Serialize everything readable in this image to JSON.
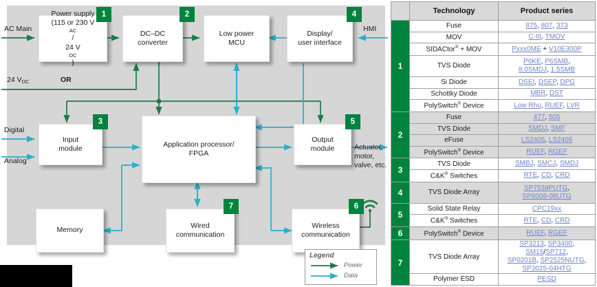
{
  "diagram": {
    "title": "industrial system block diagram",
    "colors": {
      "power": "#1a7a46",
      "data": "#29aecb",
      "badge": "#00833e",
      "plate": "#d6d6d6"
    },
    "edge_labels": {
      "ac_main": "AC Main",
      "v24dc": "24 V",
      "v24dc_sub": "DC",
      "or": "OR",
      "hmi": "HMI",
      "digital": "Digital",
      "analog": "Analog",
      "actuator_1": "Actuator,",
      "actuator_2": "motor,",
      "actuator_3": "valve, etc."
    },
    "blocks": [
      {
        "id": "power-supply",
        "badge": "1",
        "line1": "Power supply",
        "line2": "(115 or 230 V",
        "line2sub": "AC",
        "line2b": "/",
        "line3": "24 V",
        "line3sub": "DC",
        "line3b": ")"
      },
      {
        "id": "dcdc",
        "badge": "2",
        "line1": "DC–DC",
        "line2": "converter"
      },
      {
        "id": "mcu",
        "badge": "",
        "line1": "Low power",
        "line2": "MCU"
      },
      {
        "id": "display",
        "badge": "4",
        "line1": "Display/",
        "line2": "user interface"
      },
      {
        "id": "input-module",
        "badge": "3",
        "line1": "Input",
        "line2": "module"
      },
      {
        "id": "app-processor",
        "badge": "",
        "line1": "Application processor/",
        "line2": "FPGA"
      },
      {
        "id": "output-module",
        "badge": "5",
        "line1": "Output",
        "line2": "module"
      },
      {
        "id": "memory",
        "badge": "",
        "line1": "Memory",
        "line2": ""
      },
      {
        "id": "wired-comm",
        "badge": "7",
        "line1": "Wired",
        "line2": "communication"
      },
      {
        "id": "wireless-comm",
        "badge": "6",
        "line1": "Wireless",
        "line2": "communication"
      }
    ],
    "legend": {
      "title": "Legend",
      "power": "Power",
      "data": "Data"
    }
  },
  "table": {
    "headers": {
      "num": "",
      "technology": "Technology",
      "product": "Product series"
    },
    "groups": [
      {
        "num": "1",
        "shade": "rw",
        "rows": [
          {
            "tech": "Fuse",
            "tech_sup": "",
            "products": "875, 807, 373"
          },
          {
            "tech": "MOV",
            "tech_sup": "",
            "products": "C-III, TMOV"
          },
          {
            "tech": "SIDACtor",
            "tech_sup": "®",
            "tech_tail": " + MOV",
            "products": "Pxxx0ME + V10E300P"
          },
          {
            "tech": "TVS Diode",
            "tech_sup": "",
            "products": "P6KE, P6SMB,\n8.0SMDJ, 1.5SMB",
            "tall": true
          },
          {
            "tech": "Si Diode",
            "tech_sup": "",
            "products": "DSEI, DSEP, DPG"
          },
          {
            "tech": "Schottky Diode",
            "tech_sup": "",
            "products": "MBR, DST"
          },
          {
            "tech": "PolySwitch",
            "tech_sup": "®",
            "tech_tail": " Device",
            "products": "Low Rho, RUEF, LVR"
          }
        ]
      },
      {
        "num": "2",
        "shade": "rg",
        "rows": [
          {
            "tech": "Fuse",
            "tech_sup": "",
            "products": "477, 505"
          },
          {
            "tech": "TVS Diode",
            "tech_sup": "",
            "products": "SMDJ, SMF"
          },
          {
            "tech": "eFuse",
            "tech_sup": "",
            "products": "LS2405, LS2406"
          },
          {
            "tech": "PolySwitch",
            "tech_sup": "®",
            "tech_tail": " Device",
            "products": "RUEF, RGEF"
          }
        ]
      },
      {
        "num": "3",
        "shade": "rw",
        "rows": [
          {
            "tech": "TVS Diode",
            "tech_sup": "",
            "products": "SMBJ, SMCJ, SMDJ"
          },
          {
            "tech": "C&K",
            "tech_sup": "®",
            "tech_tail": " Switches",
            "products": "RTE, CD, CRD"
          }
        ]
      },
      {
        "num": "4",
        "shade": "rg",
        "rows": [
          {
            "tech": "TVS Diode Array",
            "tech_sup": "",
            "products": "SP7538PUTG,\nSP8008-08UTG",
            "tall": true
          }
        ]
      },
      {
        "num": "5",
        "shade": "rw",
        "rows": [
          {
            "tech": "Solid State Relay",
            "tech_sup": "",
            "products": "CPC19xx"
          },
          {
            "tech": "C&K",
            "tech_sup": "®",
            "tech_tail": " Switches",
            "products": "RTE, CD, CRD"
          }
        ]
      },
      {
        "num": "6",
        "shade": "rg",
        "rows": [
          {
            "tech": "PolySwitch",
            "tech_sup": "®",
            "tech_tail": " Device",
            "products": "RUEF, RGEF"
          }
        ]
      },
      {
        "num": "7",
        "shade": "rw",
        "rows": [
          {
            "tech": "TVS Diode Array",
            "tech_sup": "",
            "products": "SP3213, SP3400, SM15/SP712,\nSP0201B, SP2525NUTG,\nSP3025-04HTG",
            "tall": true
          },
          {
            "tech": "Polymer ESD",
            "tech_sup": "",
            "products": "PESD"
          }
        ]
      }
    ]
  }
}
